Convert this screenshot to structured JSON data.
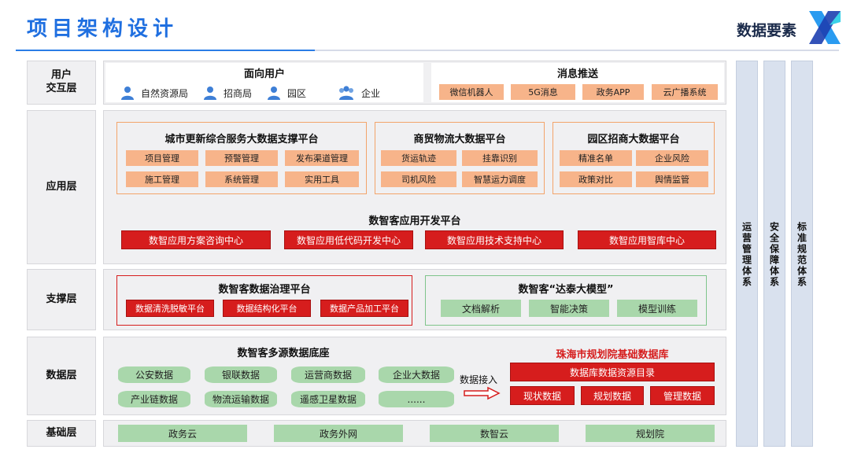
{
  "header": {
    "title": "项目架构设计",
    "brand": "数据要素"
  },
  "colors": {
    "accent_blue": "#1f6fe0",
    "orange": "#f7b48a",
    "red": "#d61d1d",
    "green": "#a9d7ab",
    "column": "#d9e1ee"
  },
  "layers": {
    "user": "用户\n交互层",
    "app": "应用层",
    "support": "支撑层",
    "data": "数据层",
    "base": "基础层"
  },
  "user_layer": {
    "facing_users": {
      "title": "面向用户",
      "users": [
        {
          "label": "自然资源局",
          "icon": "person-icon"
        },
        {
          "label": "招商局",
          "icon": "person-icon"
        },
        {
          "label": "园区",
          "icon": "person-icon"
        },
        {
          "label": "企业",
          "icon": "group-icon"
        }
      ]
    },
    "messaging": {
      "title": "消息推送",
      "items": [
        "微信机器人",
        "5G消息",
        "政务APP",
        "云广播系统"
      ]
    }
  },
  "app_layer": {
    "urban": {
      "title": "城市更新综合服务大数据支撑平台",
      "items": [
        "项目管理",
        "预警管理",
        "发布渠道管理",
        "施工管理",
        "系统管理",
        "实用工具"
      ]
    },
    "logistics": {
      "title": "商贸物流大数据平台",
      "items": [
        "货运轨迹",
        "挂靠识别",
        "司机风险",
        "智慧运力调度"
      ]
    },
    "park": {
      "title": "园区招商大数据平台",
      "items": [
        "精准名单",
        "企业风险",
        "政策对比",
        "舆情监管"
      ]
    },
    "dev_platform": {
      "title": "数智客应用开发平台",
      "items": [
        "数智应用方案咨询中心",
        "数智应用低代码开发中心",
        "数智应用技术支持中心",
        "数智应用智库中心"
      ]
    }
  },
  "support_layer": {
    "governance": {
      "title": "数智客数据治理平台",
      "items": [
        "数据清洗脱敏平台",
        "数据结构化平台",
        "数据产品加工平台"
      ]
    },
    "model": {
      "title": "数智客“达泰大模型”",
      "items": [
        "文档解析",
        "智能决策",
        "模型训练"
      ]
    }
  },
  "data_layer": {
    "base": {
      "title": "数智客多源数据底座",
      "items": [
        "公安数据",
        "银联数据",
        "运营商数据",
        "企业大数据",
        "产业链数据",
        "物流运输数据",
        "遥感卫星数据",
        "......"
      ]
    },
    "arrow_label": "数据接入",
    "zhuhai": {
      "title": "珠海市规划院基础数据库",
      "catalog": "数据库数据资源目录",
      "items": [
        "现状数据",
        "规划数据",
        "管理数据"
      ]
    }
  },
  "base_layer": {
    "items": [
      "政务云",
      "政务外网",
      "数智云",
      "规划院"
    ]
  },
  "side_columns": [
    "运营管理体系",
    "安全保障体系",
    "标准规范体系"
  ]
}
